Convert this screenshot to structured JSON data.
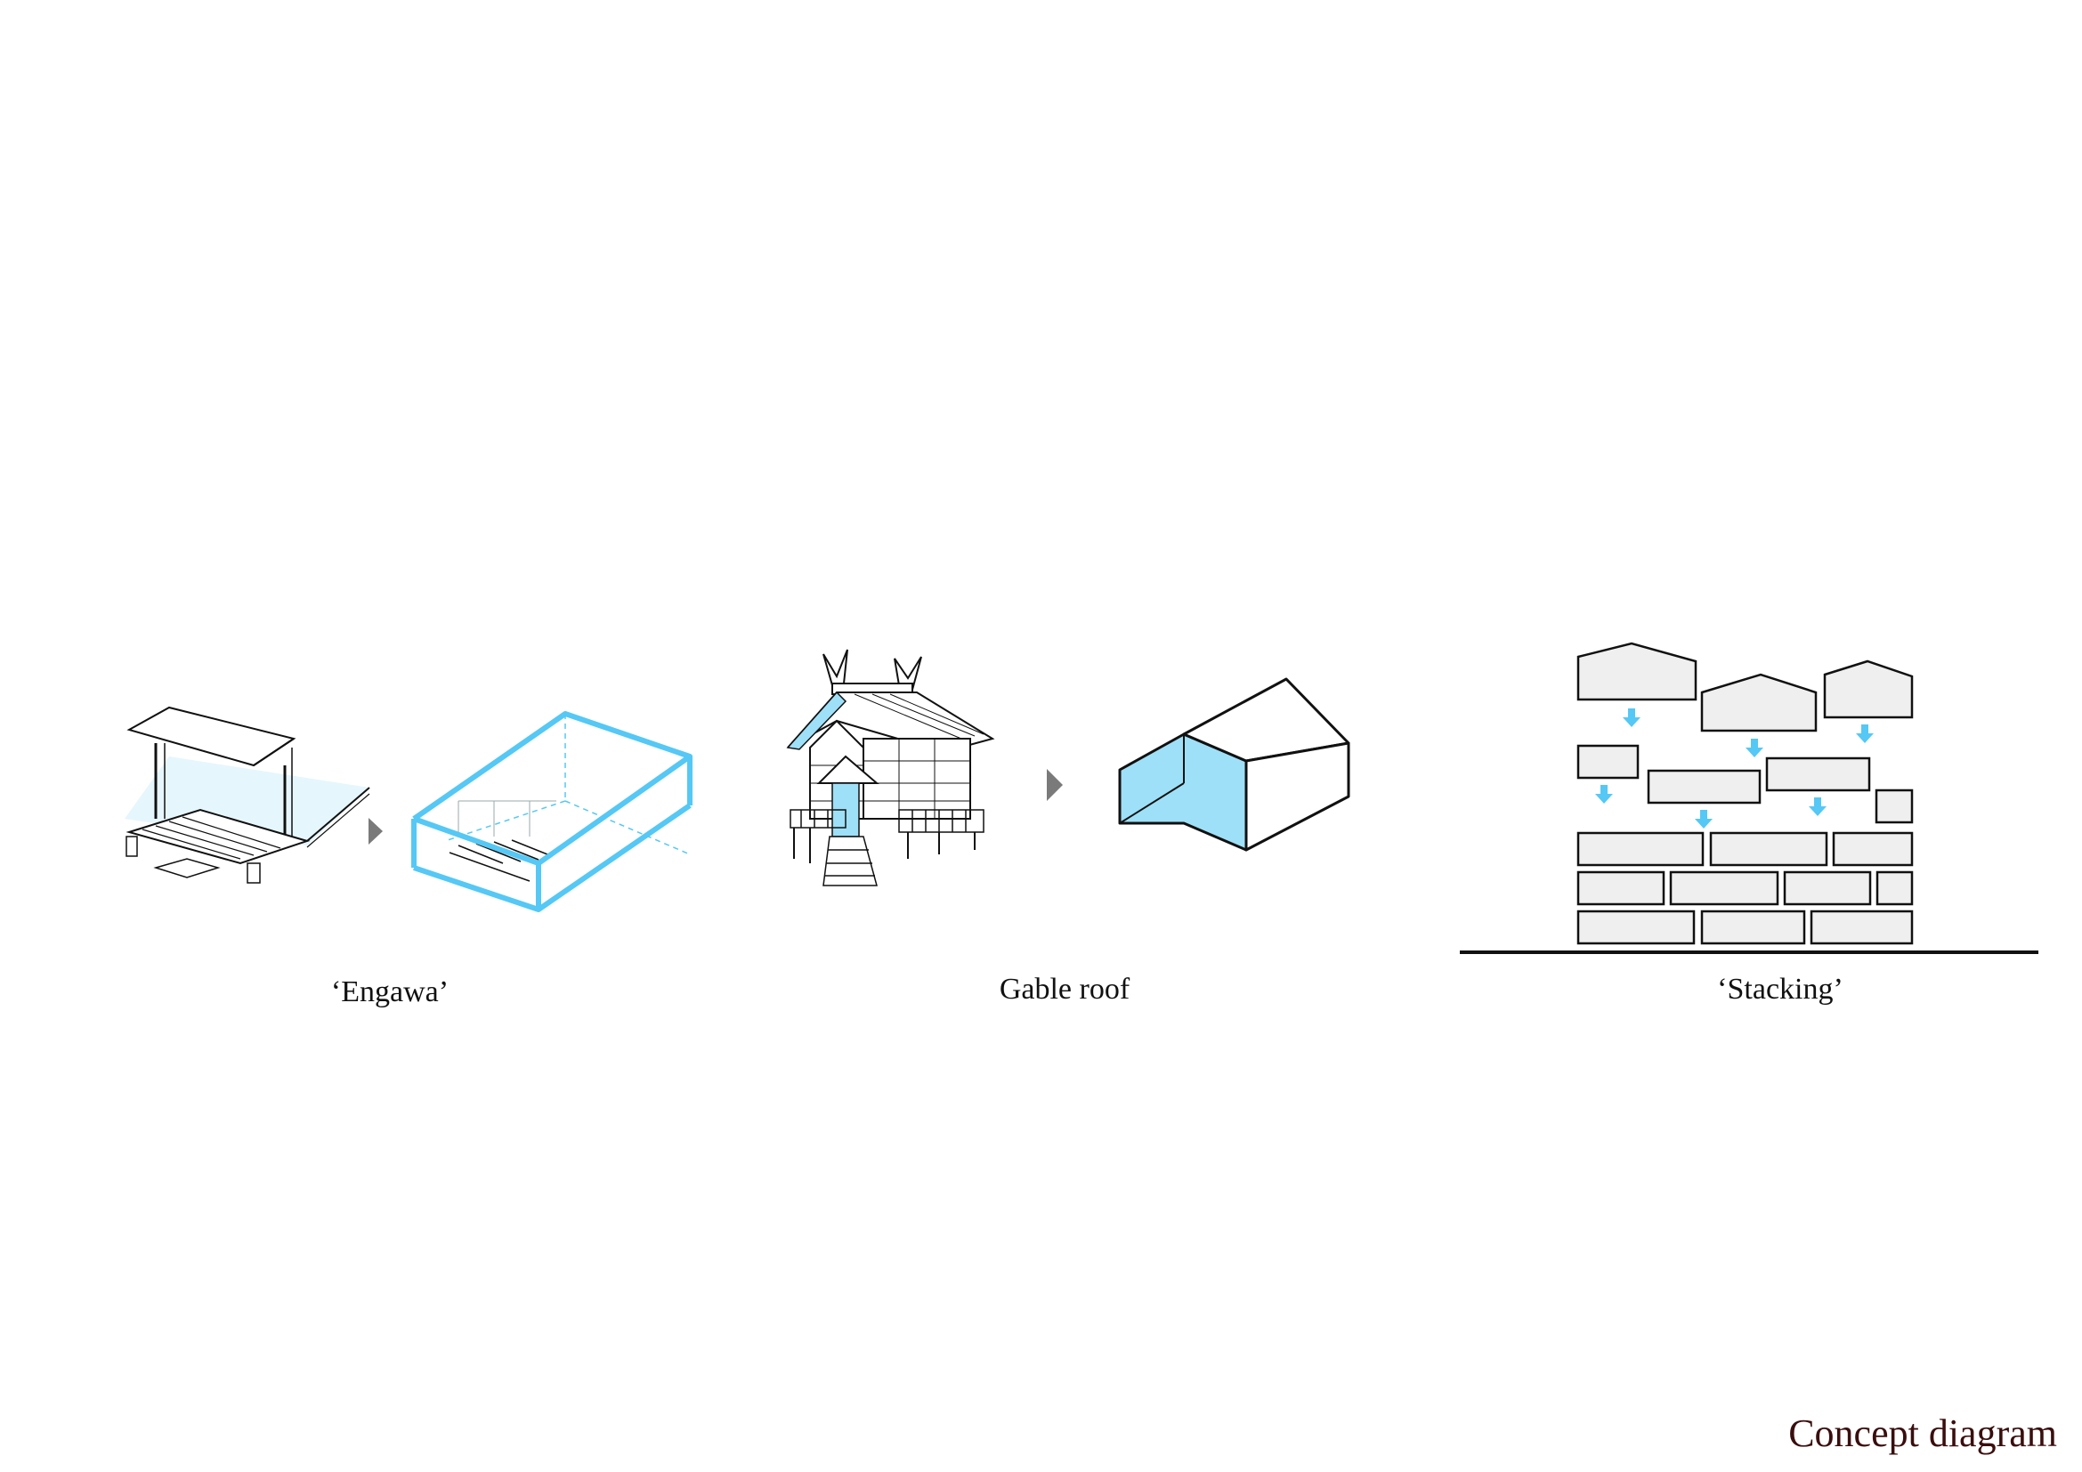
{
  "colors": {
    "accent": "#55c8f5",
    "accent_fill": "#9ee0f7",
    "accent_light": "#e6f6fd",
    "line": "#111111",
    "arrow_grey": "#7a7a7a",
    "block_fill": "#efefef",
    "title": "#3a0e0e"
  },
  "captions": {
    "engawa": "‘Engawa’",
    "gable": "Gable roof",
    "stacking": "‘Stacking’"
  },
  "title": "Concept diagram"
}
